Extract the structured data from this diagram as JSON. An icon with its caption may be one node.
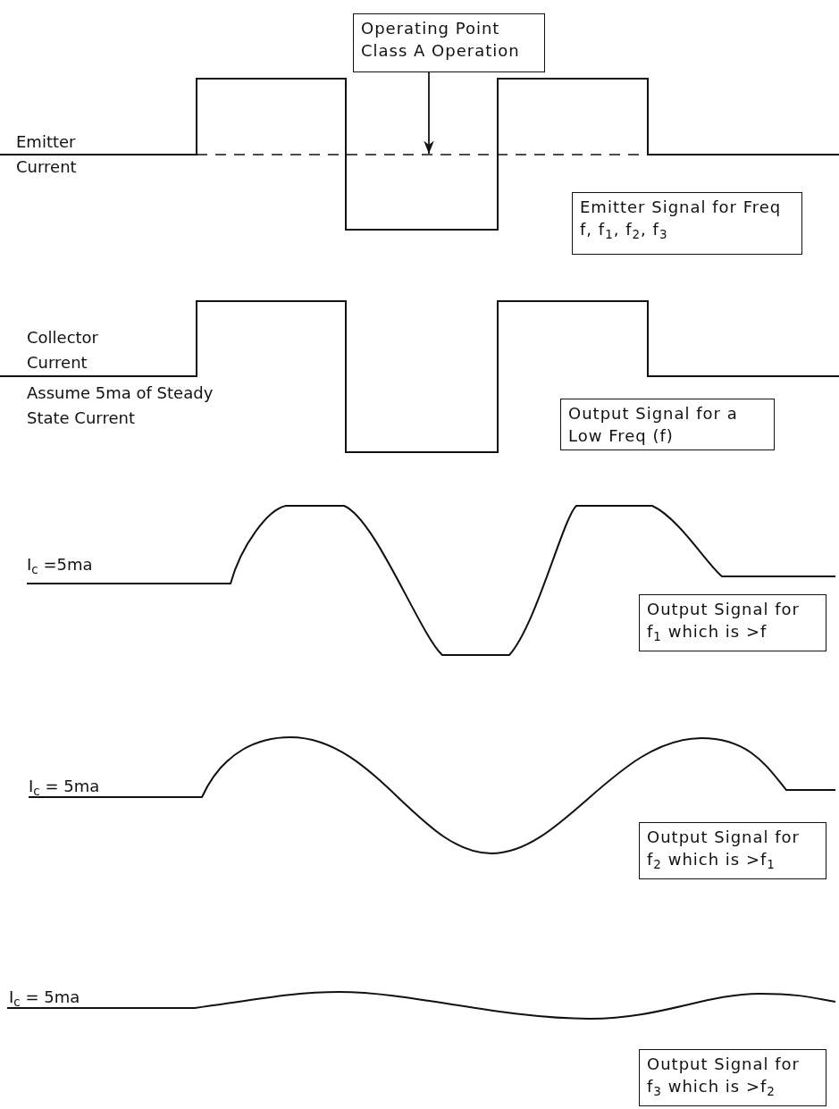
{
  "diagram": {
    "nodes": [
      {
        "text": [
          "Operating Point Class A Operation"
        ]
      },
      {
        "text": [],
        "shape": "line"
      },
      {
        "text": [
          "Emitter Signal for Freq f, f$_{1}$, f$_{2}$, f$_{3}$"
        ]
      },
      {
        "text": [
          "Output Signal for a Low Freq (f)"
        ]
      },
      {
        "text": [
          "Output Signal for f$_{1}$ which is >f"
        ]
      },
      {
        "text": [
          "Output Signal for f$_{2}$ which is >f$_{1}$"
        ]
      },
      {
        "text": [
          "Output Signal for f$_{3}$ which is >f$_{2}$"
        ]
      }
    ],
    "edges": [
      {
        "from": 0,
        "to": 1,
        "arrow": "to"
      }
    ],
    "labels": [
      "Emitter Current",
      "Collector Current",
      "Assume 5ma of Steady State Current",
      "I$_{c}$ =5ma",
      "I$_{c}$ = 5ma",
      "I$_{c}$ = 5ma"
    ]
  }
}
